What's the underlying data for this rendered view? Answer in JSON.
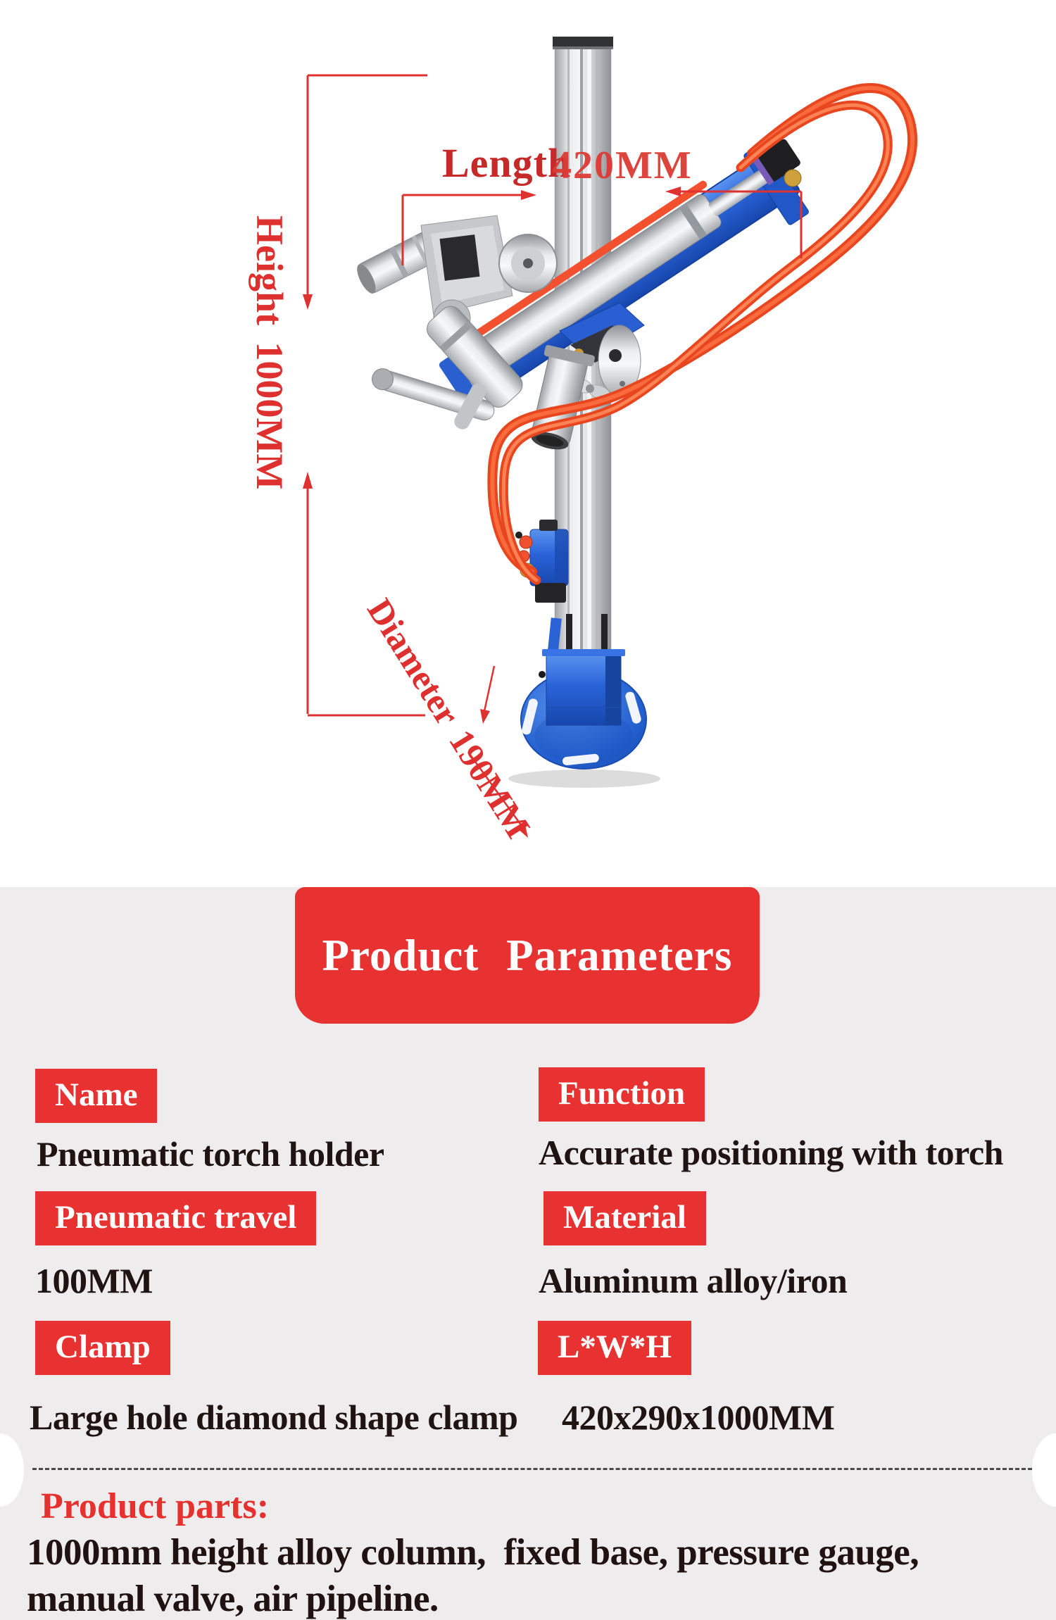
{
  "photo": {
    "annotations": {
      "length_label": "Length",
      "length_value": "420MM",
      "height_label": "Height 1000MM",
      "diameter_label": "Diameter 190MM"
    }
  },
  "banner": {
    "title": "Product Parameters"
  },
  "parameters": {
    "name": {
      "label": "Name",
      "value": "Pneumatic torch holder"
    },
    "function": {
      "label": "Function",
      "value": "Accurate positioning with torch"
    },
    "travel": {
      "label": "Pneumatic travel",
      "value": "100MM"
    },
    "material": {
      "label": "Material",
      "value": "Aluminum alloy/iron"
    },
    "clamp": {
      "label": "Clamp",
      "value": "Large hole diamond shape clamp"
    },
    "lwh": {
      "label": "L*W*H",
      "value": "420x290x1000MM"
    }
  },
  "parts_section": {
    "heading": "Product parts:",
    "line1": "1000mm height alloy column,  fixed base, pressure gauge,",
    "line2": "manual valve, air pipeline."
  },
  "colors": {
    "accent_red": "#e73231",
    "dimension_red": "#de302e",
    "machine_blue": "#2a63d8",
    "hose_orange": "#f1502d",
    "aluminum_silver": "#d9dbde",
    "text_dark": "#201412",
    "section_gray": "#eeeced"
  }
}
